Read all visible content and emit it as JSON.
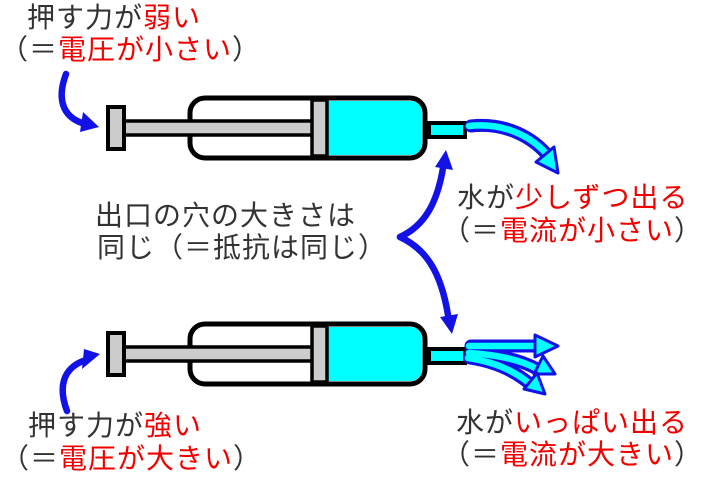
{
  "title": "syringe-analogy-of-voltage-and-current-diagram",
  "colors": {
    "text_dark": "#333333",
    "text_red": "#f20000",
    "arrow_blue": "#1212e6",
    "water_cyan": "#00ffff",
    "plunger_gray": "#cccccc",
    "outline_black": "#000000",
    "background": "#ffffff"
  },
  "annotations": {
    "top_left": {
      "l1_dark": "押す力が",
      "l1_red": "弱い",
      "l2_open": "（＝",
      "l2_red": "電圧が小さい",
      "l2_close": "）"
    },
    "center": {
      "line1": "出口の穴の大きさは",
      "line2": "同じ（＝抵抗は同じ）"
    },
    "top_right": {
      "l1_dark": "水が",
      "l1_red": "少しずつ出る",
      "l2_open": "（＝",
      "l2_red": "電流が小さい",
      "l2_close": "）"
    },
    "bottom_left": {
      "l1_dark": "押す力が",
      "l1_red": "強い",
      "l2_open": "（＝",
      "l2_red": "電圧が大きい",
      "l2_close": "）"
    },
    "bottom_right": {
      "l1_dark": "水が",
      "l1_red": "いっぱい出る",
      "l2_open": "（＝",
      "l2_red": "電流が大きい",
      "l2_close": "）"
    }
  },
  "diagram": {
    "syringes": [
      {
        "id": "top",
        "push_force": "weak",
        "water_jets": 1
      },
      {
        "id": "bottom",
        "push_force": "strong",
        "water_jets": 3
      }
    ],
    "icons": [
      {
        "name": "push-force-arrow-top",
        "meaning": "weak push on plunger"
      },
      {
        "name": "push-force-arrow-bottom",
        "meaning": "strong push on plunger"
      },
      {
        "name": "outlet-branch-arrows",
        "meaning": "points to both outlet holes"
      },
      {
        "name": "water-jet-arrow-small",
        "meaning": "small water flow"
      },
      {
        "name": "water-jet-arrows-large",
        "meaning": "large water flow"
      }
    ]
  }
}
